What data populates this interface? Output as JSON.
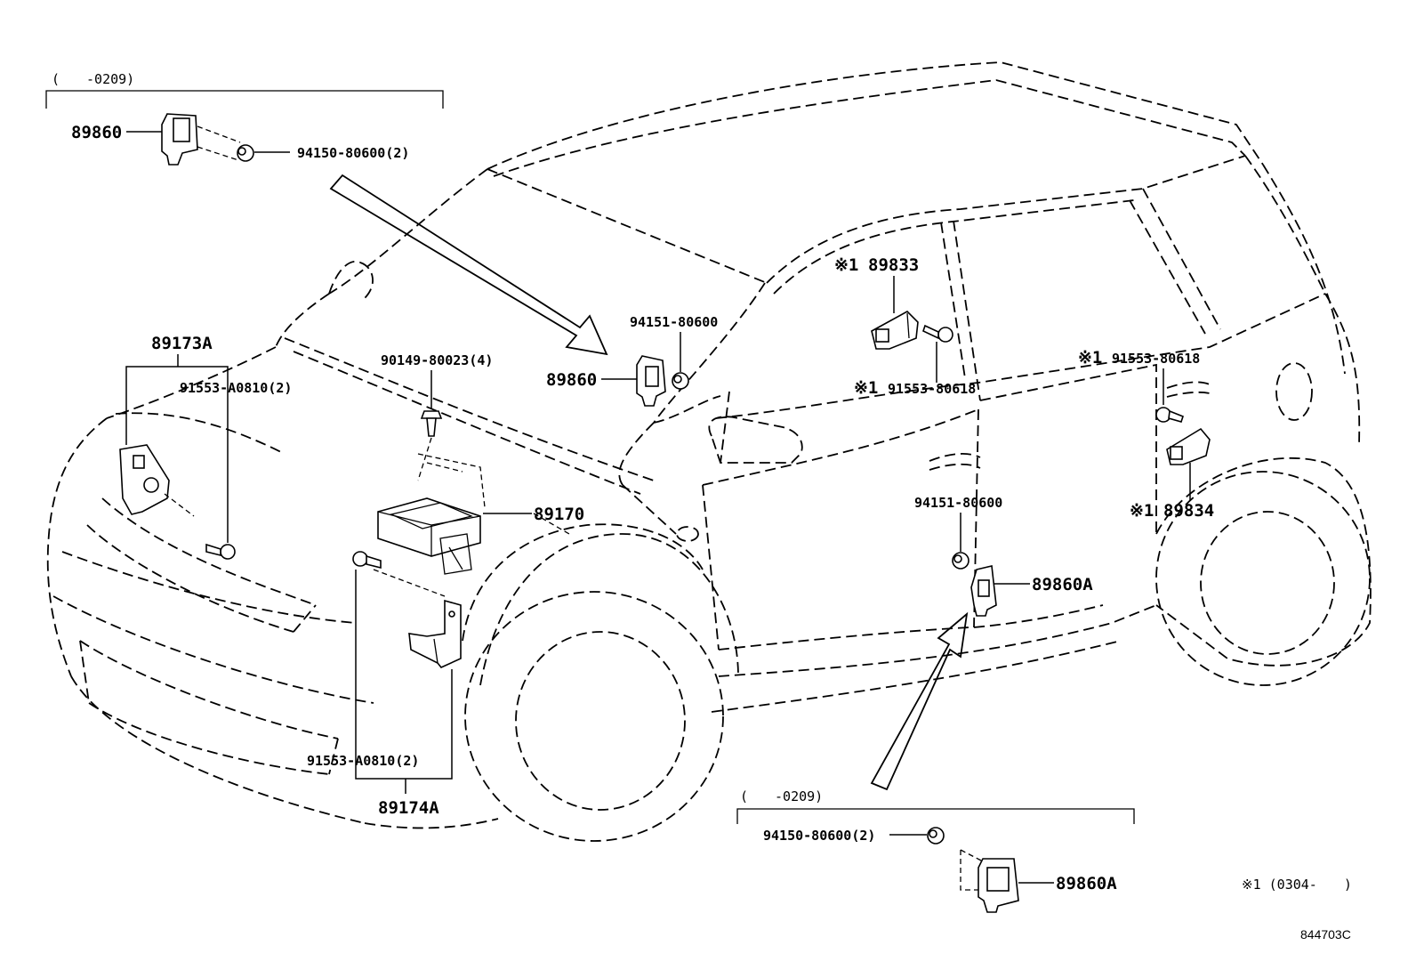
{
  "labels": {
    "top_range": "(　　-0209)",
    "p89860_top": "89860",
    "nut_top": "94150-80600(2)",
    "p89173a": "89173A",
    "bolt_91553_a_top": "91553-A0810(2)",
    "bolt_90149": "90149-80023(4)",
    "nut_94151_center": "94151-80600",
    "p89860_center": "89860",
    "p89170": "89170",
    "bolt_91553_a_bottom": "91553-A0810(2)",
    "p89174a": "89174A",
    "mark_89833": "※1",
    "p89833": "89833",
    "mark_80618_left": "※1",
    "bolt_80618_left": "91553-80618",
    "mark_80618_right": "※1",
    "bolt_80618_right": "91553-80618",
    "mark_89834": "※1",
    "p89834": "89834",
    "nut_94151_door": "94151-80600",
    "p89860a_door": "89860A",
    "bottom_range": "(　　-0209)",
    "nut_bottom": "94150-80600(2)",
    "p89860a_bottom": "89860A",
    "footnote": "※1 (0304-　　)",
    "figure_code": "844703C"
  }
}
